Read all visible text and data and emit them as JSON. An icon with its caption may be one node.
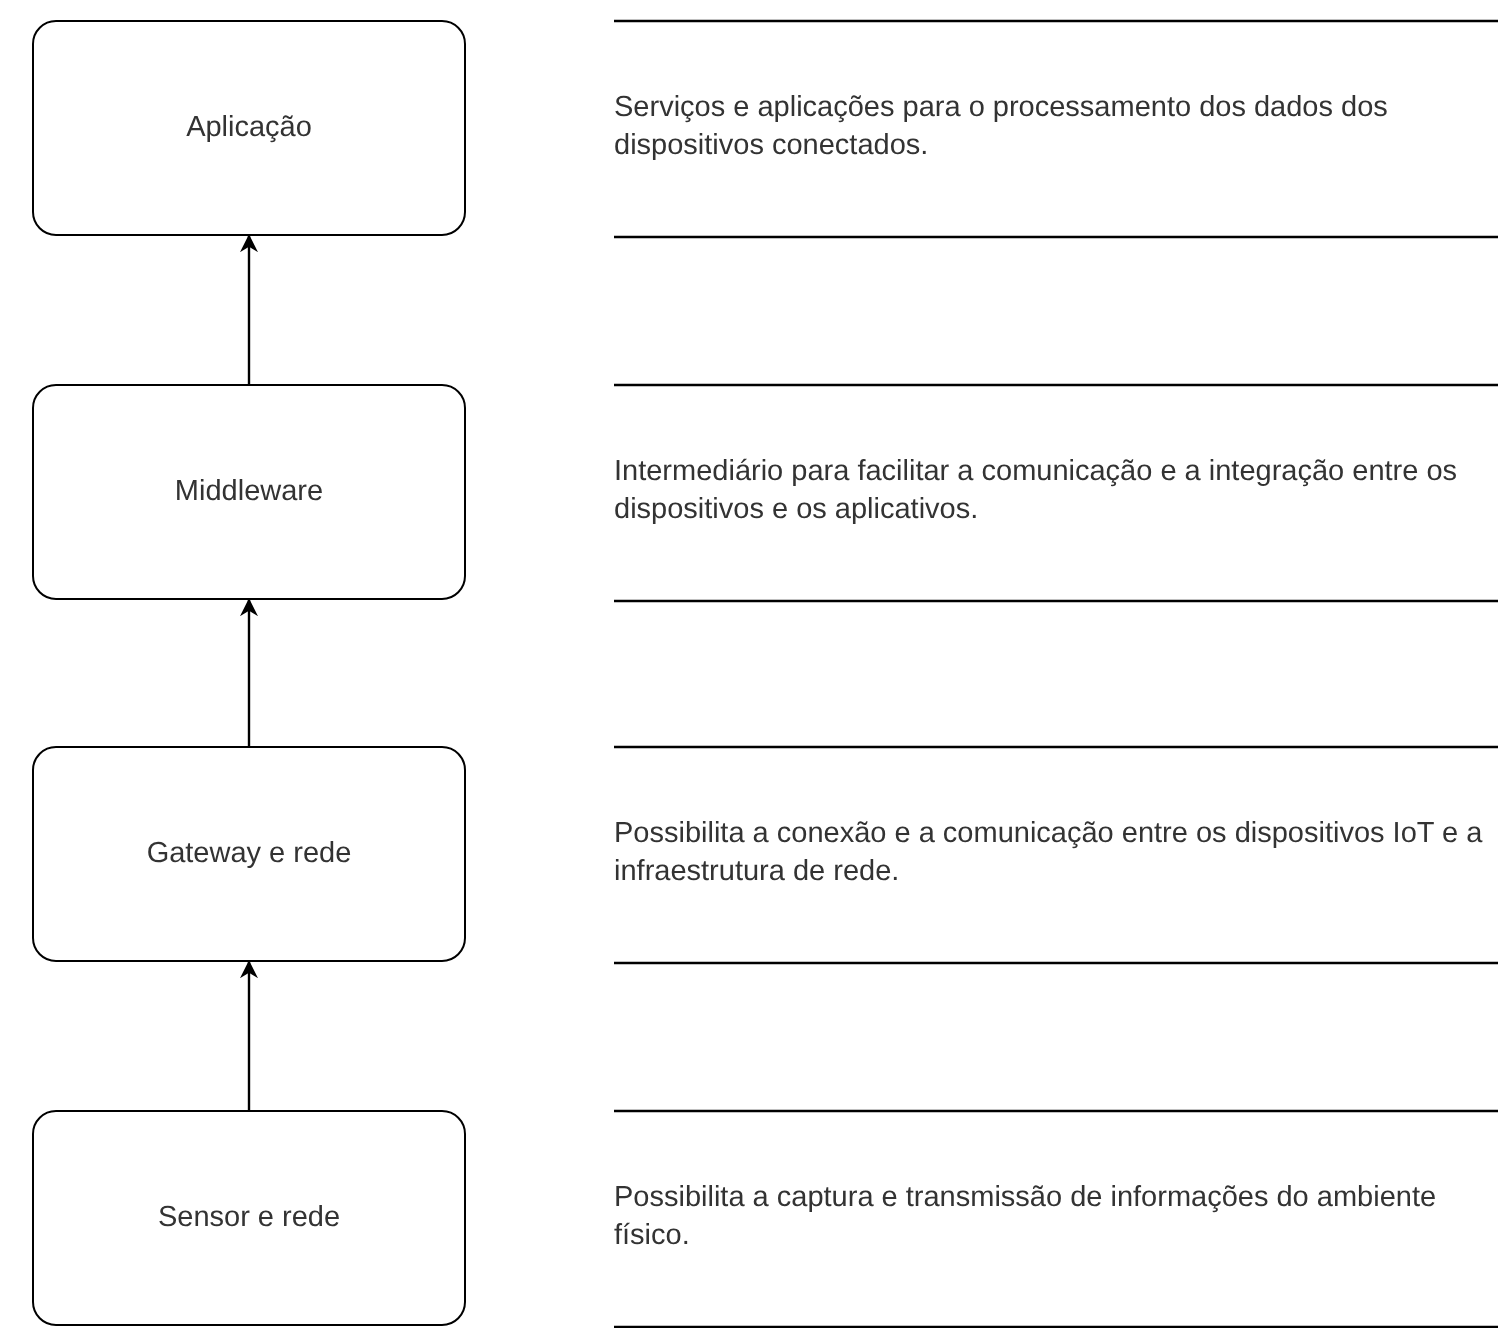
{
  "diagram": {
    "nodes": [
      {
        "text": [
          "Aplicação"
        ]
      },
      {
        "text": [
          "Middleware"
        ]
      },
      {
        "text": [
          "Gateway e rede"
        ]
      },
      {
        "text": [
          "Sensor e rede"
        ]
      }
    ],
    "edges": [
      {
        "from": 3,
        "to": 2,
        "arrow": "to"
      },
      {
        "from": 2,
        "to": 1,
        "arrow": "to"
      },
      {
        "from": 1,
        "to": 0,
        "arrow": "to"
      }
    ],
    "labels": [
      "Serviços e aplicações para o processamento dos dados dos dispositivos conectados.",
      "Intermediário para facilitar a comunicação e a integração entre os dispositivos e os aplicativos.",
      "Possibilita a conexão e a comunicação entre os dispositivos IoT e a infraestrutura de rede.",
      "Possibilita a captura e transmissão de informações do ambiente físico."
    ]
  }
}
